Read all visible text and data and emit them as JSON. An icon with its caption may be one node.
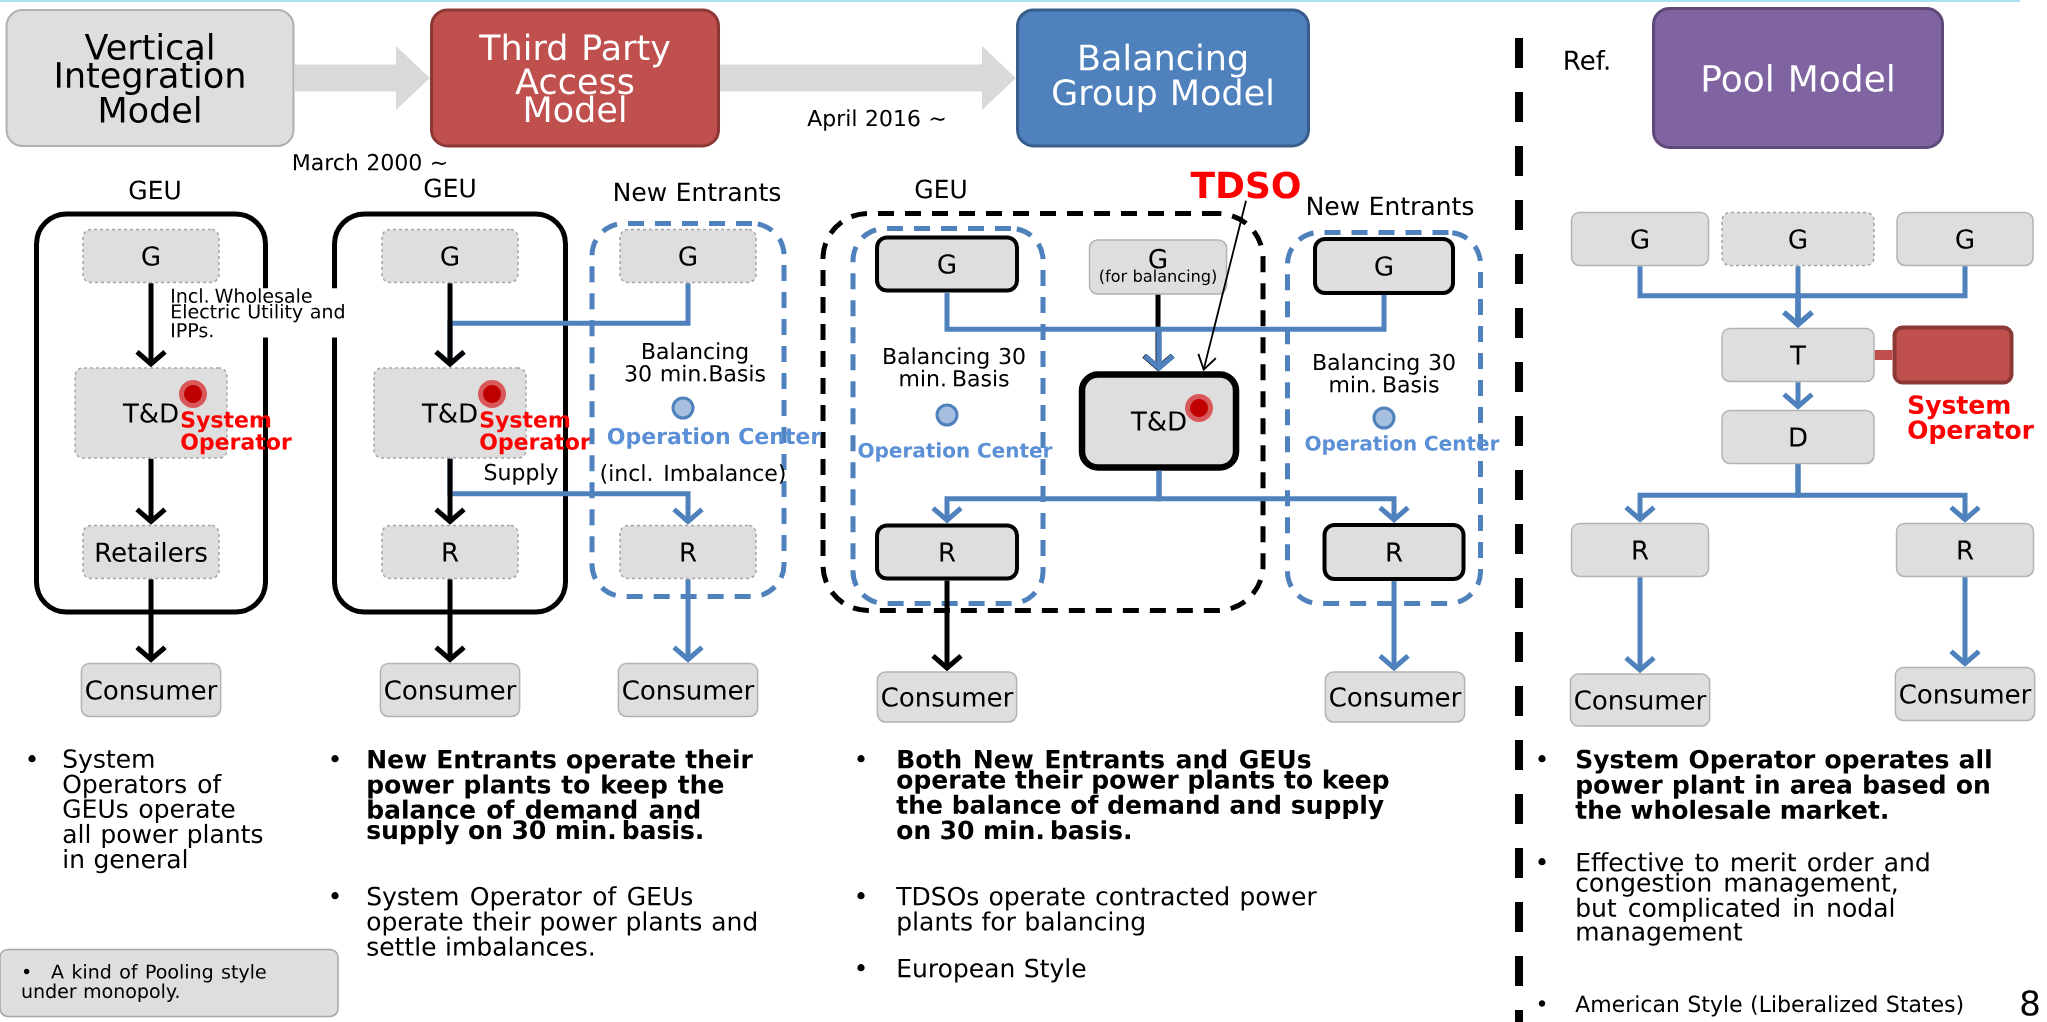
{
  "diagram": {
    "nodes": [
      {
        "text": [
          "Vertical Integration Model"
        ]
      },
      {
        "text": [
          "Third Party Access Model"
        ]
      },
      {
        "text": [
          "Balancing Group Model"
        ]
      },
      {
        "text": [
          "Pool Model"
        ]
      },
      {
        "text": [
          "GEU"
        ]
      },
      {
        "text": [
          "G"
        ],
        "in": 4
      },
      {
        "text": [
          "T&D"
        ],
        "in": 4,
        "beside": [
          "System Operator"
        ]
      },
      {
        "text": [
          "Retailers"
        ],
        "in": 4
      },
      {
        "text": [
          "Consumer"
        ]
      },
      {
        "text": [
          "GEU"
        ]
      },
      {
        "text": [
          "G"
        ],
        "in": 9
      },
      {
        "text": [
          "T&D"
        ],
        "in": 9,
        "beside": [
          "System Operator"
        ]
      },
      {
        "text": [
          "R"
        ],
        "in": 9
      },
      {
        "text": [
          "Consumer"
        ]
      },
      {
        "text": [
          "New Entrants"
        ]
      },
      {
        "text": [
          "G"
        ],
        "in": 14
      },
      {
        "text": [
          "R"
        ],
        "in": 14
      },
      {
        "text": [
          "Consumer"
        ]
      },
      {
        "text": [
          "GEU"
        ]
      },
      {
        "text": [],
        "shape": "box",
        "in": 18
      },
      {
        "text": [
          "G"
        ],
        "in": 19
      },
      {
        "text": [
          "G",
          "(for balancing)"
        ],
        "in": 18
      },
      {
        "text": [
          "T&D"
        ],
        "in": 18
      },
      {
        "text": [
          "R"
        ],
        "in": 19
      },
      {
        "text": [
          "Consumer"
        ]
      },
      {
        "text": [
          "New Entrants"
        ]
      },
      {
        "text": [
          "G"
        ],
        "in": 25
      },
      {
        "text": [
          "R"
        ],
        "in": 25
      },
      {
        "text": [
          "Consumer"
        ]
      },
      {
        "text": [
          "TDSO"
        ]
      },
      {
        "text": [
          "G"
        ]
      },
      {
        "text": [
          "G"
        ]
      },
      {
        "text": [
          "G"
        ]
      },
      {
        "text": [
          "T"
        ]
      },
      {
        "text": [
          "D"
        ]
      },
      {
        "text": [
          "System Operator"
        ]
      },
      {
        "text": [
          "R"
        ]
      },
      {
        "text": [
          "R"
        ]
      },
      {
        "text": [
          "Consumer"
        ]
      },
      {
        "text": [
          "Consumer"
        ]
      },
      {
        "text": [
          "•",
          "A kind of Pooling style under monopoly."
        ]
      }
    ],
    "edges": [
      {
        "from": 0,
        "to": 1,
        "arrow": "to",
        "style": "thick",
        "color": "#d9d9d9"
      },
      {
        "from": 1,
        "to": 2,
        "arrow": "to",
        "style": "thick",
        "color": "#d9d9d9"
      },
      {
        "from": 5,
        "to": 6,
        "arrow": "to",
        "color": "#000000"
      },
      {
        "from": 6,
        "to": 7,
        "arrow": "to",
        "color": "#000000"
      },
      {
        "from": 7,
        "to": 8,
        "arrow": "to",
        "color": "#000000"
      },
      {
        "from": 15,
        "to": 11,
        "arrow": "to"
      },
      {
        "from": 11,
        "to": 16,
        "arrow": "to",
        "label": "Supply"
      },
      {
        "from": 10,
        "to": 11,
        "arrow": "to",
        "color": "#000000"
      },
      {
        "from": 11,
        "to": 12,
        "arrow": "to",
        "color": "#000000"
      },
      {
        "from": 12,
        "to": 13,
        "arrow": "to",
        "color": "#000000"
      },
      {
        "from": 16,
        "to": 17,
        "arrow": "to"
      },
      {
        "from": 21,
        "to": 22,
        "arrow": "to",
        "color": "#000000"
      },
      {
        "from": 20,
        "to": 22,
        "arrow": "to"
      },
      {
        "from": 26,
        "to": 22,
        "arrow": "to"
      },
      {
        "from": 22,
        "to": 23,
        "arrow": "to"
      },
      {
        "from": 22,
        "to": 27,
        "arrow": "to"
      },
      {
        "from": 23,
        "to": 24,
        "arrow": "to",
        "color": "#000000"
      },
      {
        "from": 27,
        "to": 28,
        "arrow": "to"
      },
      {
        "from": 29,
        "to": 22,
        "arrow": "to",
        "color": "#000000"
      },
      {
        "from": 30,
        "to": 33,
        "arrow": "to"
      },
      {
        "from": 31,
        "to": 33,
        "arrow": "to"
      },
      {
        "from": 32,
        "to": 33,
        "arrow": "to"
      },
      {
        "from": 33,
        "to": 34,
        "arrow": "to"
      },
      {
        "from": 35,
        "to": 33,
        "arrow": "none",
        "style": "thick",
        "color": "#c0504d"
      },
      {
        "from": 34,
        "to": 36,
        "arrow": "to"
      },
      {
        "from": 34,
        "to": 37,
        "arrow": "to"
      },
      {
        "from": 36,
        "to": 38,
        "arrow": "to"
      },
      {
        "from": 37,
        "to": 39,
        "arrow": "to"
      }
    ],
    "labels": [
      "March 2000 ∼",
      "April 2016 ∼",
      "Ref.",
      "Incl. Wholesale Electric Utility and IPPs.",
      "Balancing 30 min.Basis",
      "Operation Center",
      "(incl. Imbalance)",
      "Balancing 30 min. Basis",
      "Operation Center",
      "Balancing 30 min. Basis",
      "Operation Center",
      "•",
      "System Operators of GEUs operate all power plants in general",
      "•",
      "New Entrants operate their power plants to keep the balance of demand and supply on 30 min. basis.",
      "•",
      "System Operator of GEUs operate their power plants and settle imbalances.",
      "•",
      "Both New Entrants and GEUs operate their power plants to keep the balance of demand and supply on 30 min. basis.",
      "•",
      "TDSOs operate contracted power plants for balancing",
      "•",
      "European Style",
      "•",
      "System Operator operates all power plant in area based on the wholesale market.",
      "•",
      "Effective to merit order and congestion management, but complicated in nodal management",
      "•",
      "American Style (Liberalized States)",
      "8"
    ]
  }
}
